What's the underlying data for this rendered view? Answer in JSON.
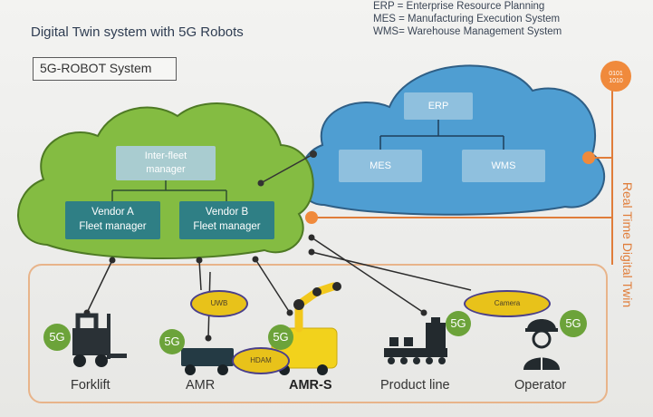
{
  "title": "Digital Twin system with 5G Robots",
  "system_label": "5G-ROBOT System",
  "legend": {
    "line1": "ERP = Enterprise Resource Planning",
    "line2": "MES = Manufacturing Execution System",
    "line3": "WMS= Warehouse Management System"
  },
  "fleet_cloud": {
    "inter_fleet_line1": "Inter-fleet",
    "inter_fleet_line2": "manager",
    "vendor_a_line1": "Vendor A",
    "vendor_a_line2": "Fleet manager",
    "vendor_b_line1": "Vendor B",
    "vendor_b_line2": "Fleet manager"
  },
  "enterprise_cloud": {
    "erp": "ERP",
    "mes": "MES",
    "wms": "WMS"
  },
  "side_label": "Real Time Digital Twin",
  "node_badge": "0101 1010",
  "devices": {
    "forklift": "Forklift",
    "amr": "AMR",
    "amr_s": "AMR-S",
    "product_line": "Product line",
    "operator": "Operator"
  },
  "badges": {
    "fiveg": "5G",
    "uwb": "UWB",
    "hdam": "HDAM",
    "camera": "Camera"
  },
  "colors": {
    "fleet_cloud": "#84bc42",
    "enterprise_cloud": "#4f9ed2",
    "dark_teal": "#2f7f85",
    "orange_link": "#e07d3a",
    "fiveg_green": "#6ca33a",
    "badge_yellow": "#e8c21a"
  }
}
